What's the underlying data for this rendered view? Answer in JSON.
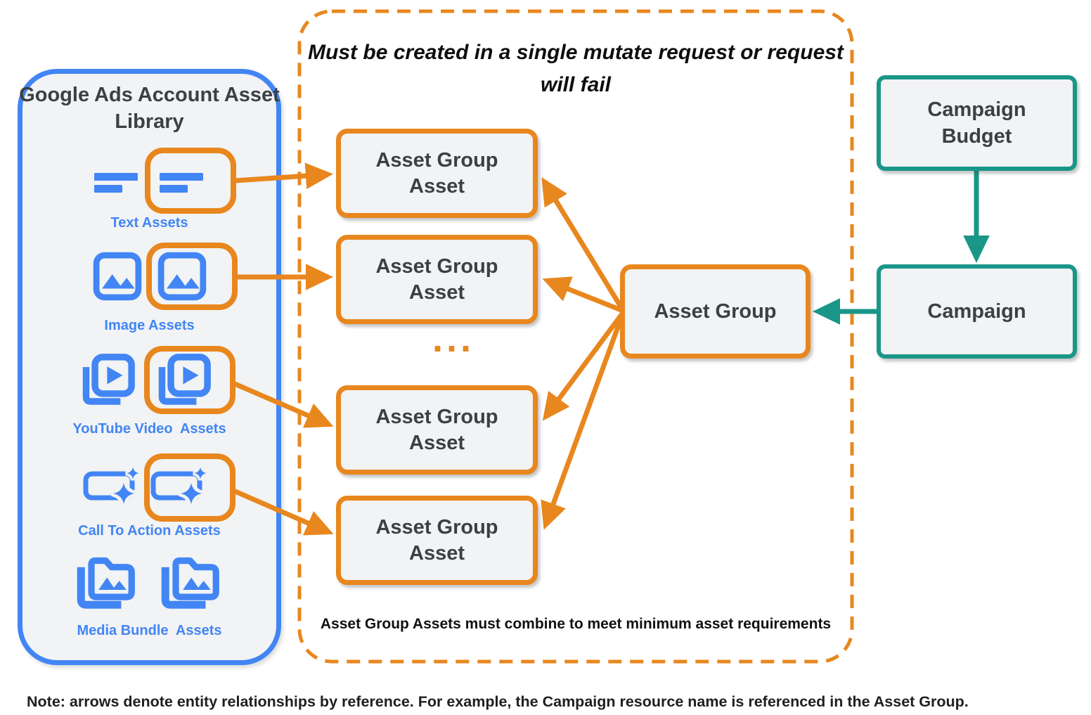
{
  "colors": {
    "blue_accent": "#4285F4",
    "orange_accent": "#E8871E",
    "teal_accent": "#1A9688",
    "box_fill": "#F1F3F4",
    "dark_text": "#3C4043"
  },
  "asset_library": {
    "title_line1": "Google Ads Account",
    "title_line2": "Asset Library",
    "rows": [
      {
        "label": "Text Assets",
        "icon": "text-asset-icon"
      },
      {
        "label": "Image Assets",
        "icon": "image-asset-icon"
      },
      {
        "label": "YouTube Video  Assets",
        "icon": "youtube-video-asset-icon"
      },
      {
        "label": "Call To Action Assets",
        "icon": "call-to-action-asset-icon"
      },
      {
        "label": "Media Bundle  Assets",
        "icon": "media-bundle-asset-icon"
      }
    ]
  },
  "mutate_box": {
    "title_line1": "Must be created in a single mutate request",
    "title_line2": "or request will fail",
    "asset_box_line1": "Asset Group",
    "asset_box_line2": "Asset",
    "ellipsis": "...",
    "caption": "Asset Group Assets must combine to meet minimum asset requirements"
  },
  "asset_group": {
    "label": "Asset Group"
  },
  "campaign_budget": {
    "line1": "Campaign",
    "line2": "Budget"
  },
  "campaign": {
    "label": "Campaign"
  },
  "note": "Note: arrows denote entity relationships by reference. For example, the Campaign resource name is referenced in the Asset Group."
}
